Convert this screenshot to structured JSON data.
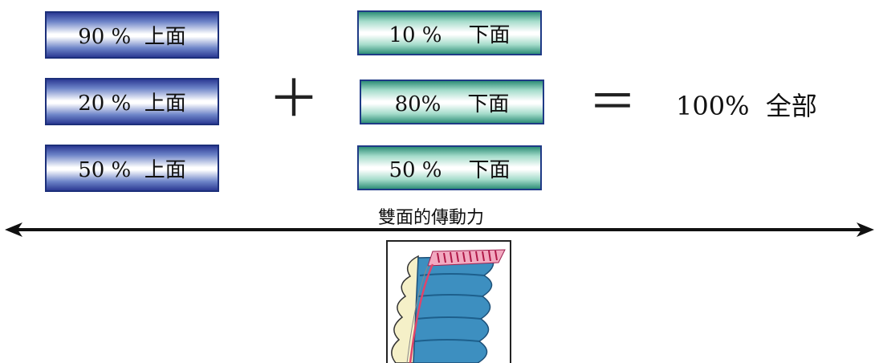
{
  "upper_boxes": [
    {
      "label": "90 %  上面"
    },
    {
      "label": "20 %  上面"
    },
    {
      "label": "50 %  上面"
    }
  ],
  "lower_boxes": [
    {
      "label": "10 %    下面"
    },
    {
      "label": "80%    下面"
    },
    {
      "label": "50 %    下面"
    }
  ],
  "plus_sign": "＋",
  "equals_sign": "＝",
  "result": "100%  全部",
  "caption": "雙面的傳動力",
  "colors": {
    "upper_edge": "#2c3a94",
    "lower_edge": "#2f8f78",
    "belt_blue": "#3d8fc0",
    "tooth_cream": "#f5f0c8",
    "cord_red": "#e0446a"
  },
  "icons": [
    "double-arrow-icon",
    "double-sided-belt-icon"
  ]
}
